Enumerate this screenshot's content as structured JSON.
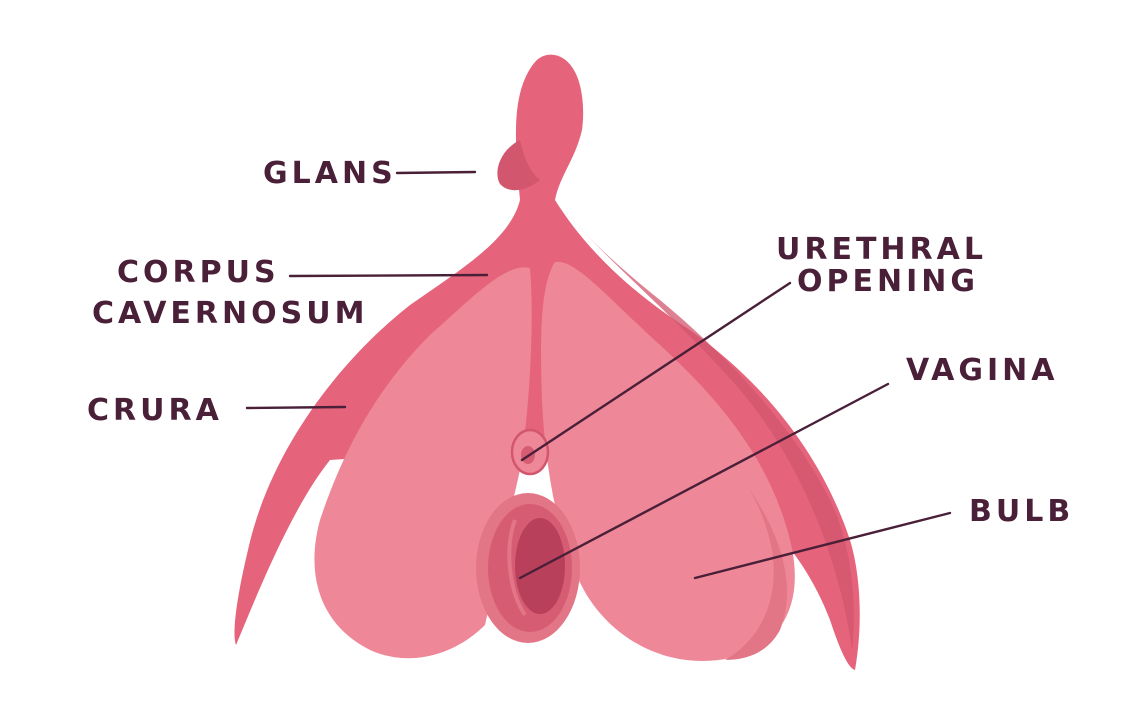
{
  "labels": {
    "glans": "GLANS",
    "corpus_line1": "CORPUS",
    "corpus_line2": "CAVERNOSUM",
    "crura": "CRURA",
    "urethral_line1": "URETHRAL",
    "urethral_line2": "OPENING",
    "vagina": "VAGINA",
    "bulb": "BULB"
  },
  "colors": {
    "body": "#e5647b",
    "body_shadow": "#d2566d",
    "bulb": "#ee8898",
    "bulb_shadow": "#e27586",
    "vaginal_inner": "#d65c74",
    "vaginal_deep": "#b9405b",
    "text": "#4a1f38"
  }
}
